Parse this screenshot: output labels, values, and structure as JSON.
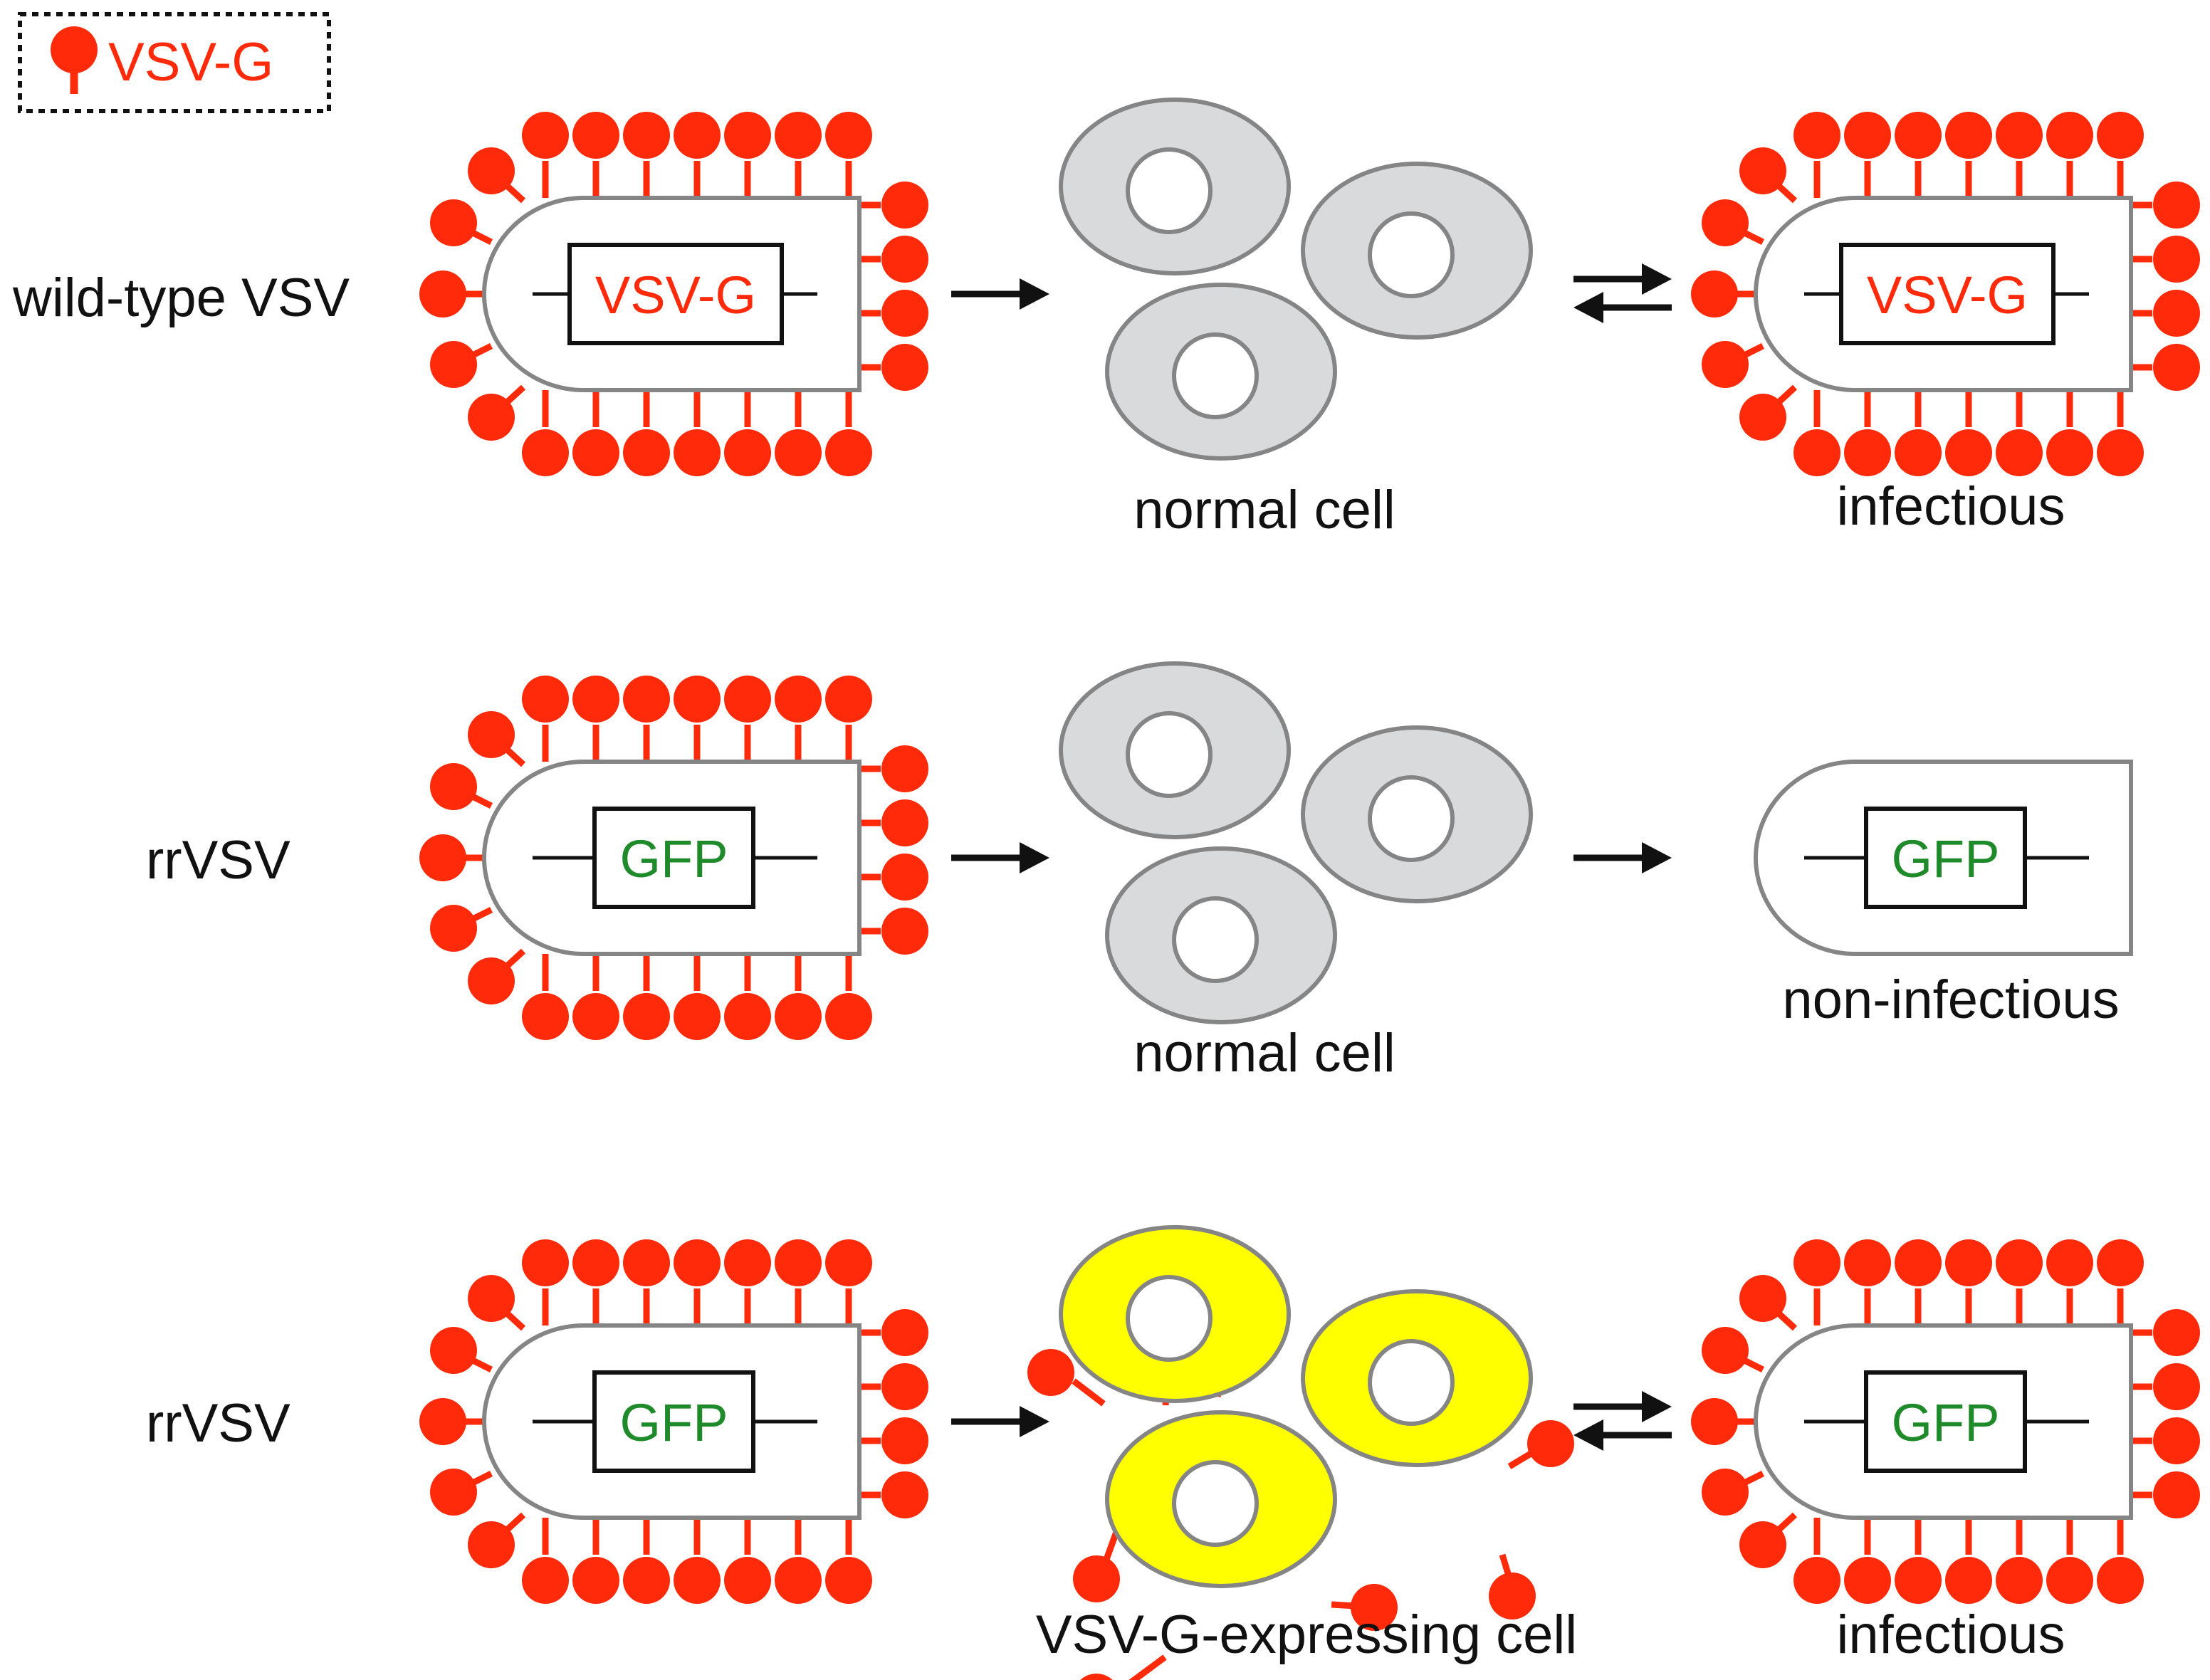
{
  "legend": {
    "label": "VSV-G"
  },
  "rows": [
    {
      "label": "wild-type VSV",
      "input_gene": "VSV-G",
      "cell_label": "normal cell",
      "cell_type": "normal",
      "arrow": "equilibrium",
      "output_gene": "VSV-G",
      "output_label": "infectious",
      "output_spikes": true
    },
    {
      "label": "rrVSV",
      "input_gene": "GFP",
      "cell_label": "normal cell",
      "cell_type": "normal",
      "arrow": "forward",
      "output_gene": "GFP",
      "output_label": "non-infectious",
      "output_spikes": false
    },
    {
      "label": "rrVSV",
      "input_gene": "GFP",
      "cell_label": "VSV-G-expressing cell",
      "cell_type": "vsvg-expressing",
      "arrow": "equilibrium",
      "output_gene": "GFP",
      "output_label": "infectious",
      "output_spikes": true
    }
  ],
  "colors": {
    "vsvg": "#ff2a0a",
    "gfp": "#1e8a2a",
    "outline": "#858585",
    "normal_cell": "#d9dadc",
    "vsvg_cell": "#ffff00",
    "text": "#111111"
  }
}
